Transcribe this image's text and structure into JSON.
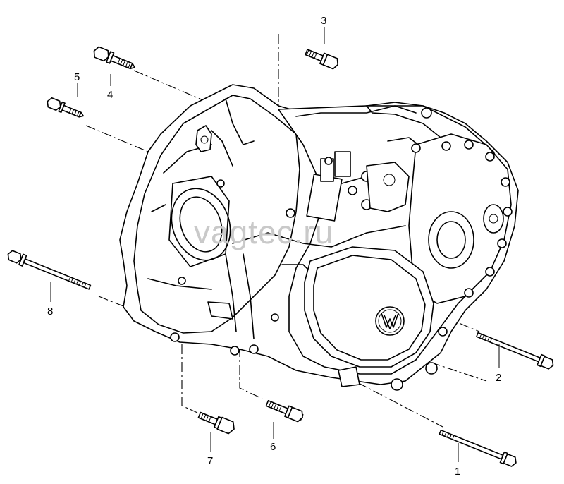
{
  "diagram": {
    "watermark": "vagtec.ru",
    "logo": "VW",
    "callouts": {
      "c1": "1",
      "c2": "2",
      "c3": "3",
      "c4": "4",
      "c5": "5",
      "c6": "6",
      "c7": "7",
      "c8": "8"
    }
  }
}
